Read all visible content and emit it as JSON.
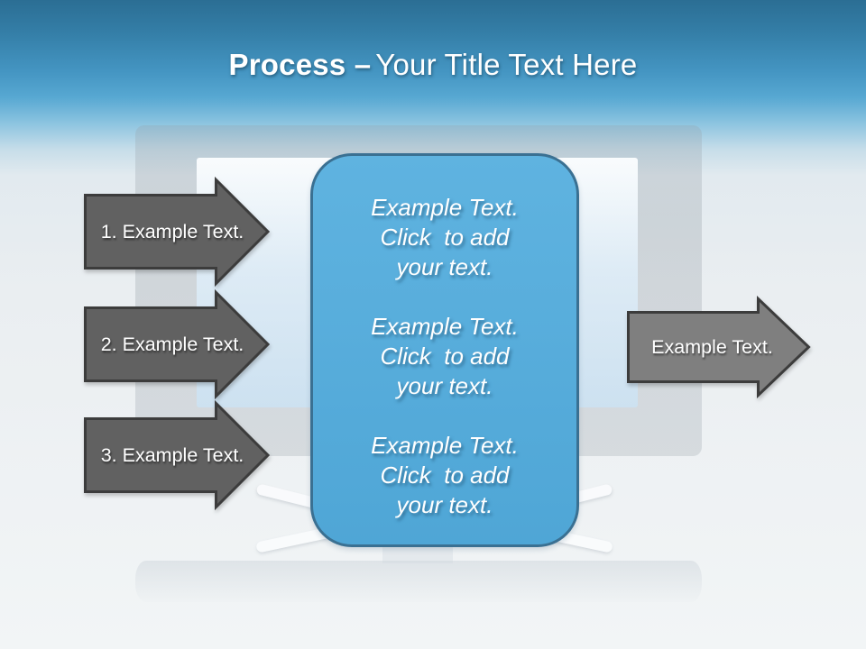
{
  "title": {
    "bold_text": "Process –",
    "regular_text": "Your Title Text Here"
  },
  "left_arrows": [
    {
      "label": "1. Example Text."
    },
    {
      "label": "2. Example Text."
    },
    {
      "label": "3. Example Text."
    }
  ],
  "right_arrow": {
    "label": "Example Text."
  },
  "center_box": {
    "paragraphs": [
      {
        "lines": [
          "Example Text.",
          "Click  to add",
          "your text."
        ]
      },
      {
        "lines": [
          "Example Text.",
          "Click  to add",
          "your text."
        ]
      },
      {
        "lines": [
          "Example Text.",
          "Click  to add",
          "your text."
        ]
      }
    ]
  },
  "colors": {
    "header_top": "#2b6e94",
    "header_blue": "#4495c2",
    "box_fill_top": "#5fb3e0",
    "box_fill_bottom": "#4fa6d6",
    "box_border": "#3a7092",
    "arrow_fill_dark": "#616161",
    "arrow_fill_light": "#7f7f7f",
    "arrow_outline": "#3c3c3c",
    "text_white": "#ffffff"
  }
}
